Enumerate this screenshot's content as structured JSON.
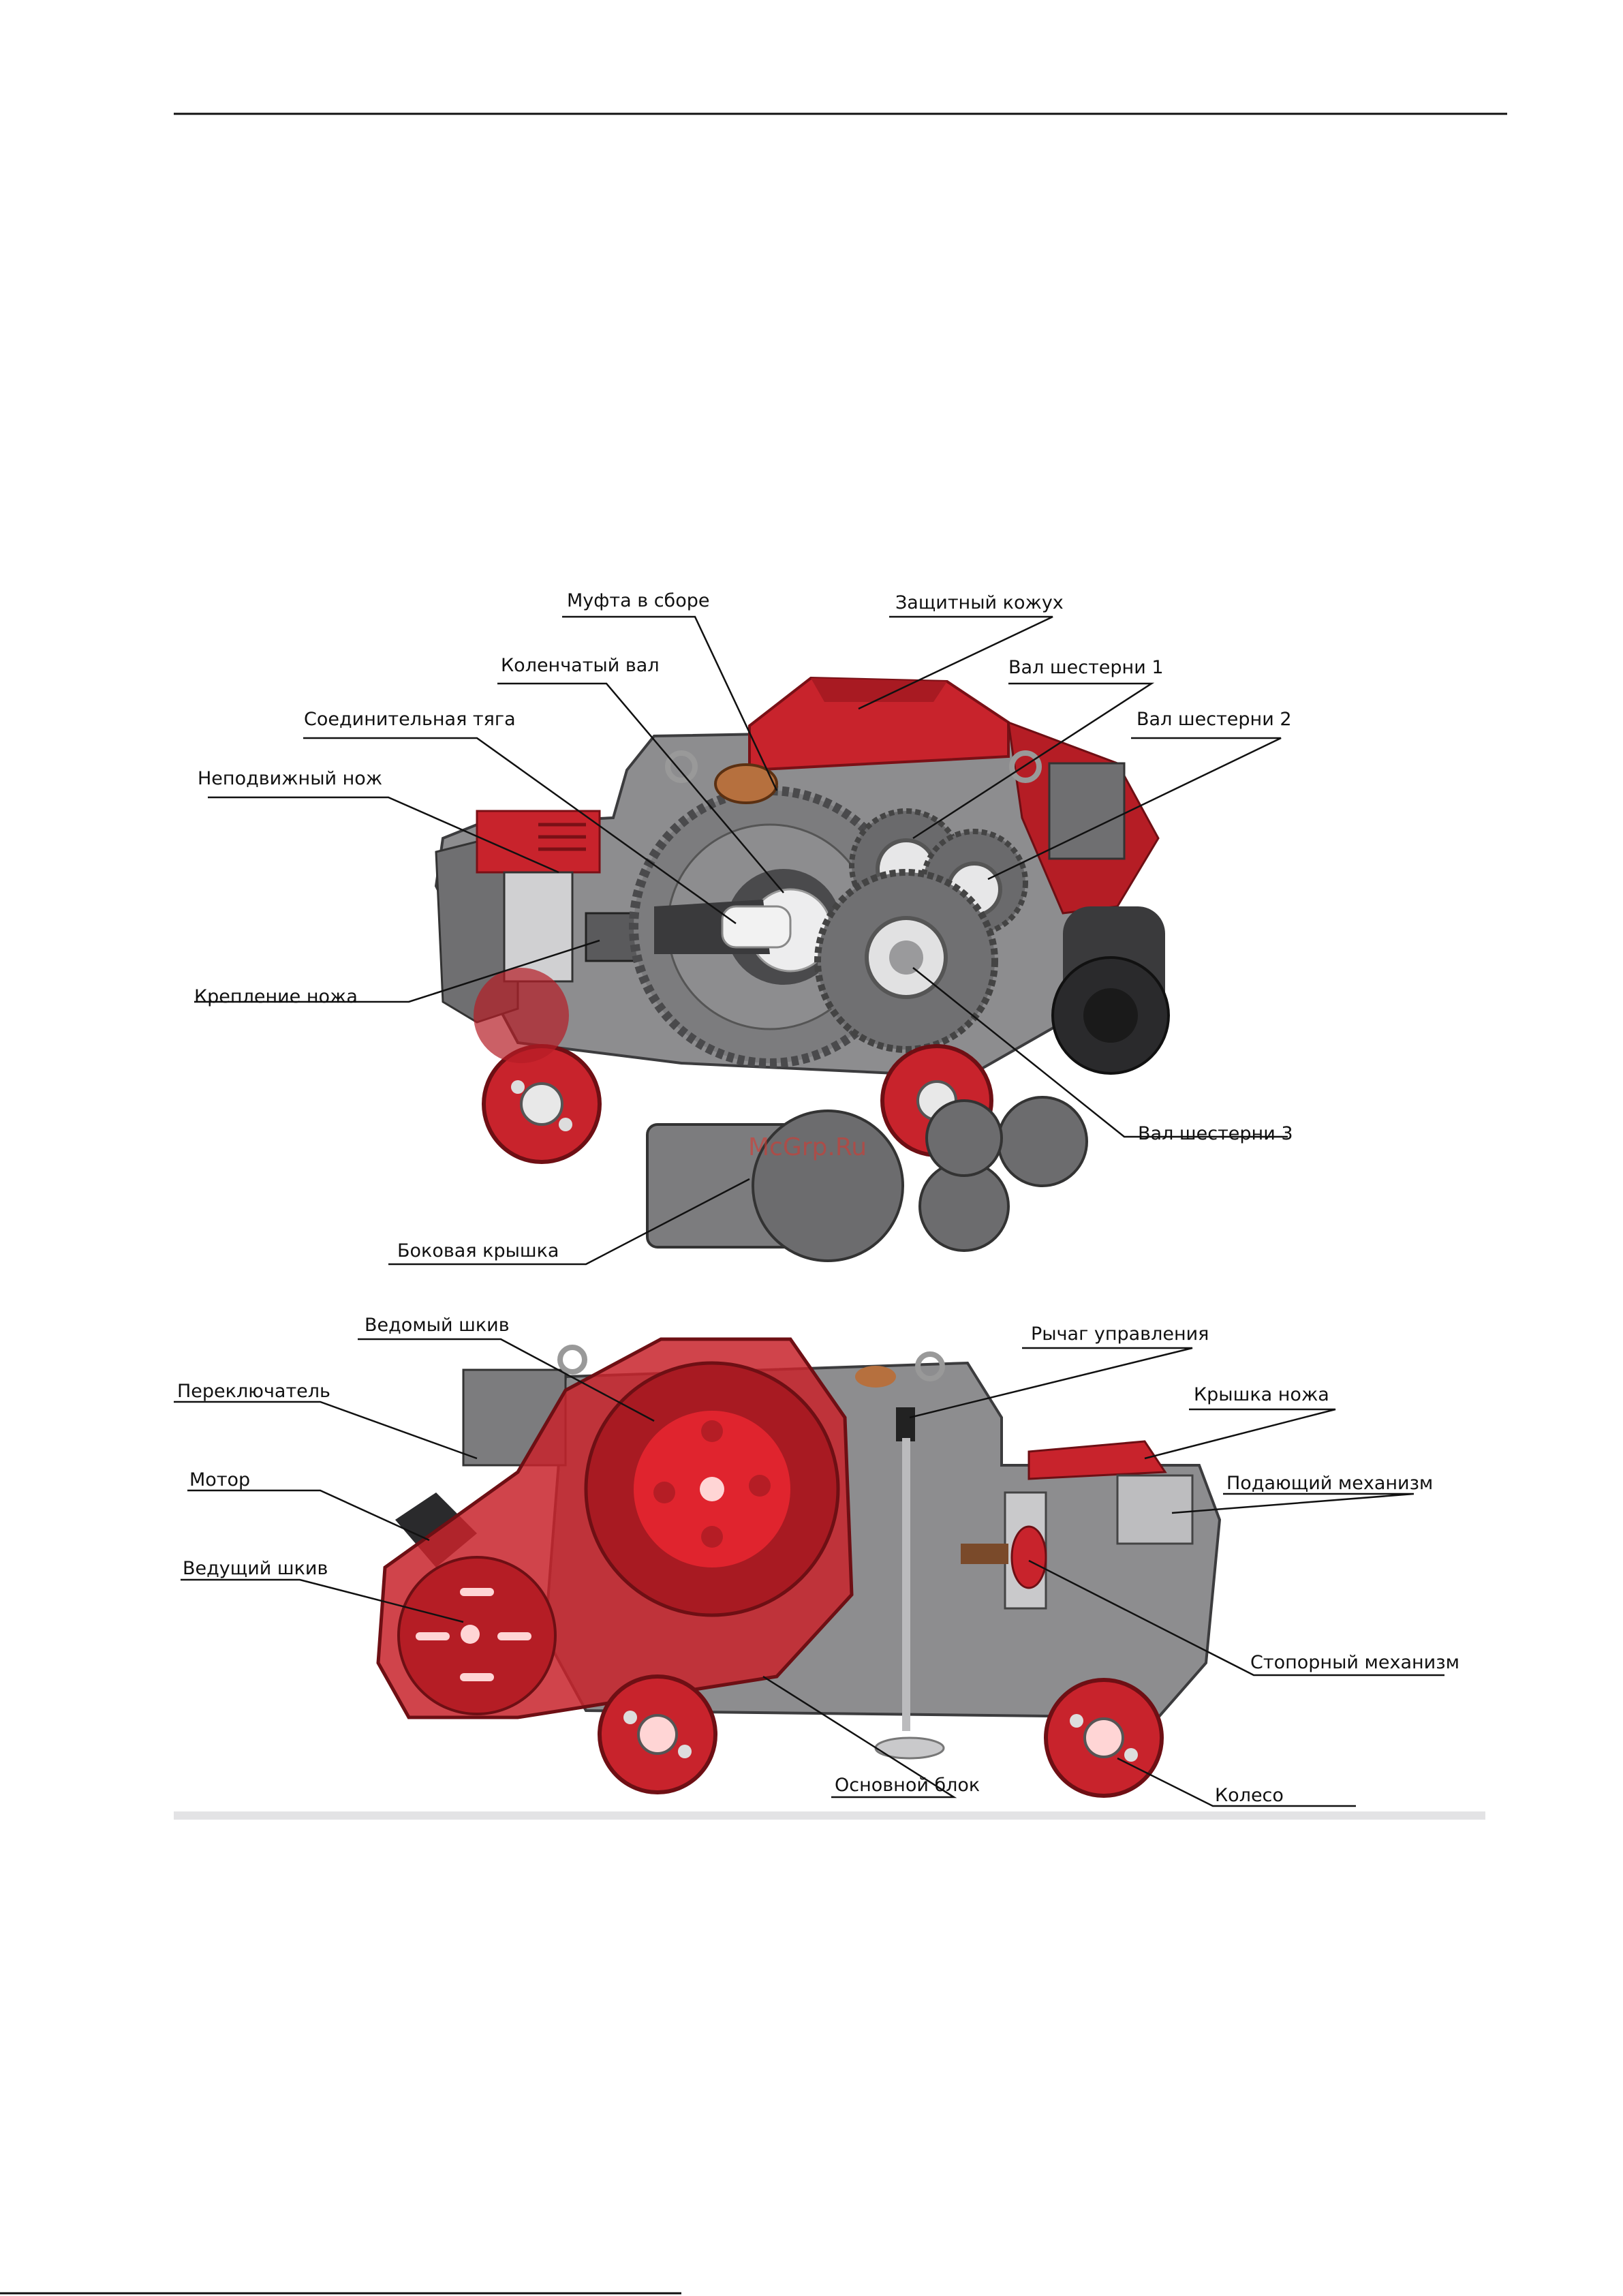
{
  "figure_top": {
    "labels": {
      "coupling": "Муфта в сборе",
      "guard": "Защитный кожух",
      "crankshaft": "Коленчатый вал",
      "gear_shaft_1": "Вал шестерни 1",
      "connecting_rod": "Соединительная тяга",
      "gear_shaft_2": "Вал шестерни 2",
      "fixed_knife": "Неподвижный нож",
      "knife_mount": "Крепление ножа",
      "gear_shaft_3": "Вал шестерни 3",
      "side_cover": "Боковая крышка"
    },
    "watermark": "McGrp.Ru"
  },
  "figure_bottom": {
    "labels": {
      "driven_pulley": "Ведомый шкив",
      "control_lever": "Рычаг управления",
      "switch": "Переключатель",
      "knife_cover": "Крышка ножа",
      "motor": "Мотор",
      "feed_mechanism": "Подающий механизм",
      "drive_pulley": "Ведущий шкив",
      "lock_mechanism": "Стопорный механизм",
      "main_block": "Основной блок",
      "wheel": "Колесо"
    }
  },
  "colors": {
    "machine_red": "#c8232c",
    "machine_dark_red": "#8e1219",
    "body_gray": "#8d8d8f",
    "dark_gray": "#4a4a4c",
    "light_gray": "#c9c9cb"
  }
}
